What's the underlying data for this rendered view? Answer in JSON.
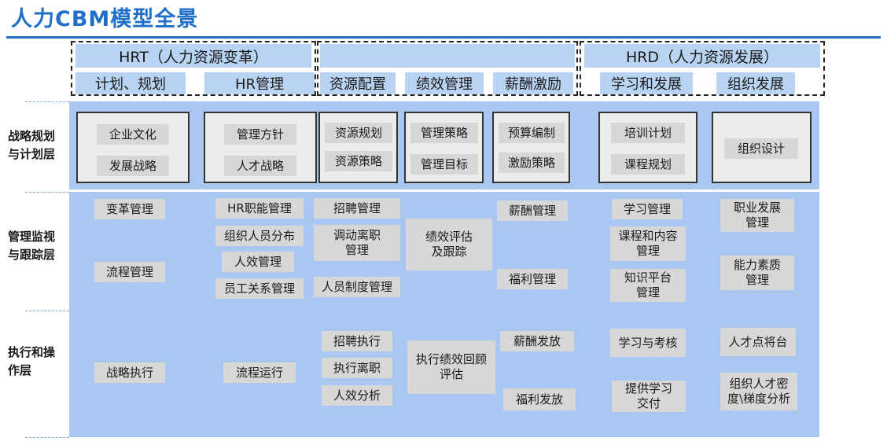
{
  "title": "人力CBM模型全景",
  "headers": {
    "hrt": "HRT（人力资源变革）",
    "hrd": "HRD（人力资源发展）",
    "plan": "计划、规划",
    "hr_mgmt": "HR管理",
    "resource": "资源配置",
    "performance": "绩效管理",
    "salary": "薪酬激励",
    "learning": "学习和发展",
    "org": "组织发展"
  },
  "layers": {
    "strategy_1": "战略规划",
    "strategy_2": "与计划层",
    "manage_1": "管理监视",
    "manage_2": "与跟踪层",
    "exec_1": "执行和操",
    "exec_2": "作层"
  },
  "strategy": {
    "c1_a": "企业文化",
    "c1_b": "发展战略",
    "c2_a": "管理方针",
    "c2_b": "人才战略",
    "c3_a": "资源规划",
    "c3_b": "资源策略",
    "c4_a": "管理策略",
    "c4_b": "管理目标",
    "c5_a": "预算编制",
    "c5_b": "激励策略",
    "c6_a": "培训计划",
    "c6_b": "课程规划",
    "c7_a": "组织设计"
  },
  "manage": {
    "change": "变革管理",
    "process": "流程管理",
    "hr_func": "HR职能管理",
    "org_staff": "组织人员分布",
    "efficiency": "人效管理",
    "employee": "员工关系管理",
    "recruit": "招聘管理",
    "transfer_1": "调动离职",
    "transfer_2": "管理",
    "policy": "人员制度管理",
    "perf_1": "绩效评估",
    "perf_2": "及跟踪",
    "salary": "薪酬管理",
    "welfare": "福利管理",
    "learn": "学习管理",
    "course_1": "课程和内容",
    "course_2": "管理",
    "knowledge_1": "知识平台",
    "knowledge_2": "管理",
    "career_1": "职业发展",
    "career_2": "管理",
    "competency_1": "能力素质",
    "competency_2": "管理"
  },
  "exec": {
    "strategy": "战略执行",
    "process": "流程运行",
    "recruit": "招聘执行",
    "leave": "执行离职",
    "efficiency": "人效分析",
    "perf_1": "执行绩效回顾",
    "perf_2": "评估",
    "salary_pay": "薪酬发放",
    "welfare_pay": "福利发放",
    "exam": "学习与考核",
    "deliver_1": "提供学习",
    "deliver_2": "交付",
    "talent": "人才点将台",
    "density_1": "组织人才密",
    "density_2": "度\\梯度分析"
  }
}
